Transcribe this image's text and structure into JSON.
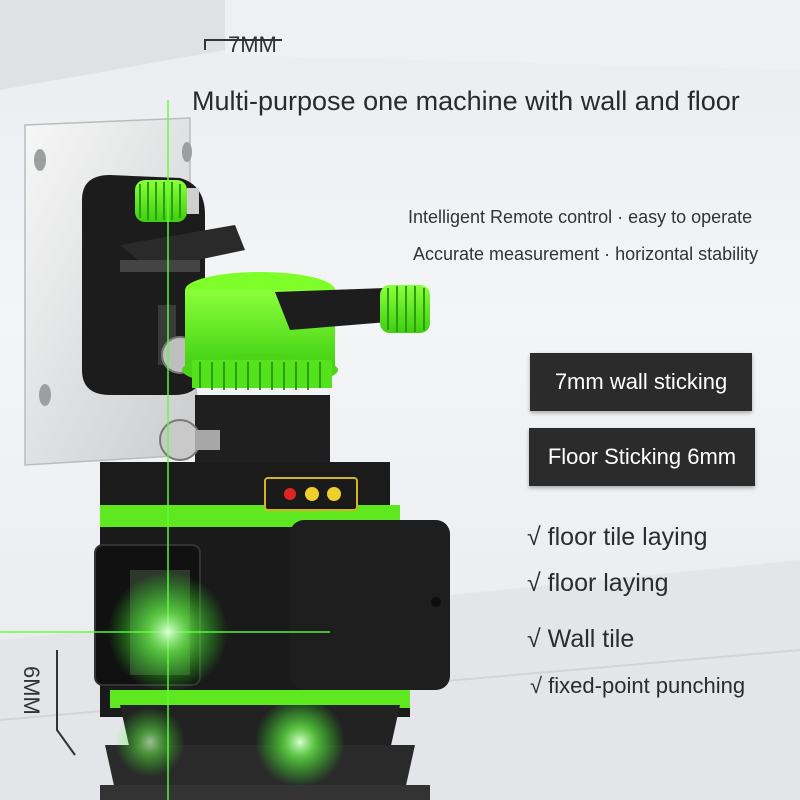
{
  "dimension_top": "7MM",
  "headline": "Multi-purpose one machine with wall and floor",
  "features": [
    "Intelligent Remote control · easy to operate",
    "Accurate measurement · horizontal stability"
  ],
  "badges": [
    "7mm wall sticking",
    "Floor Sticking 6mm"
  ],
  "uses": [
    "√ floor tile laying",
    "√ floor laying",
    "√ Wall tile",
    "√ fixed-point punching"
  ],
  "dimension_left": "6MM",
  "colors": {
    "accent_green": "#5ef02a",
    "body_black": "#1b1b1b",
    "badge_bg": "#2b2b2b"
  }
}
